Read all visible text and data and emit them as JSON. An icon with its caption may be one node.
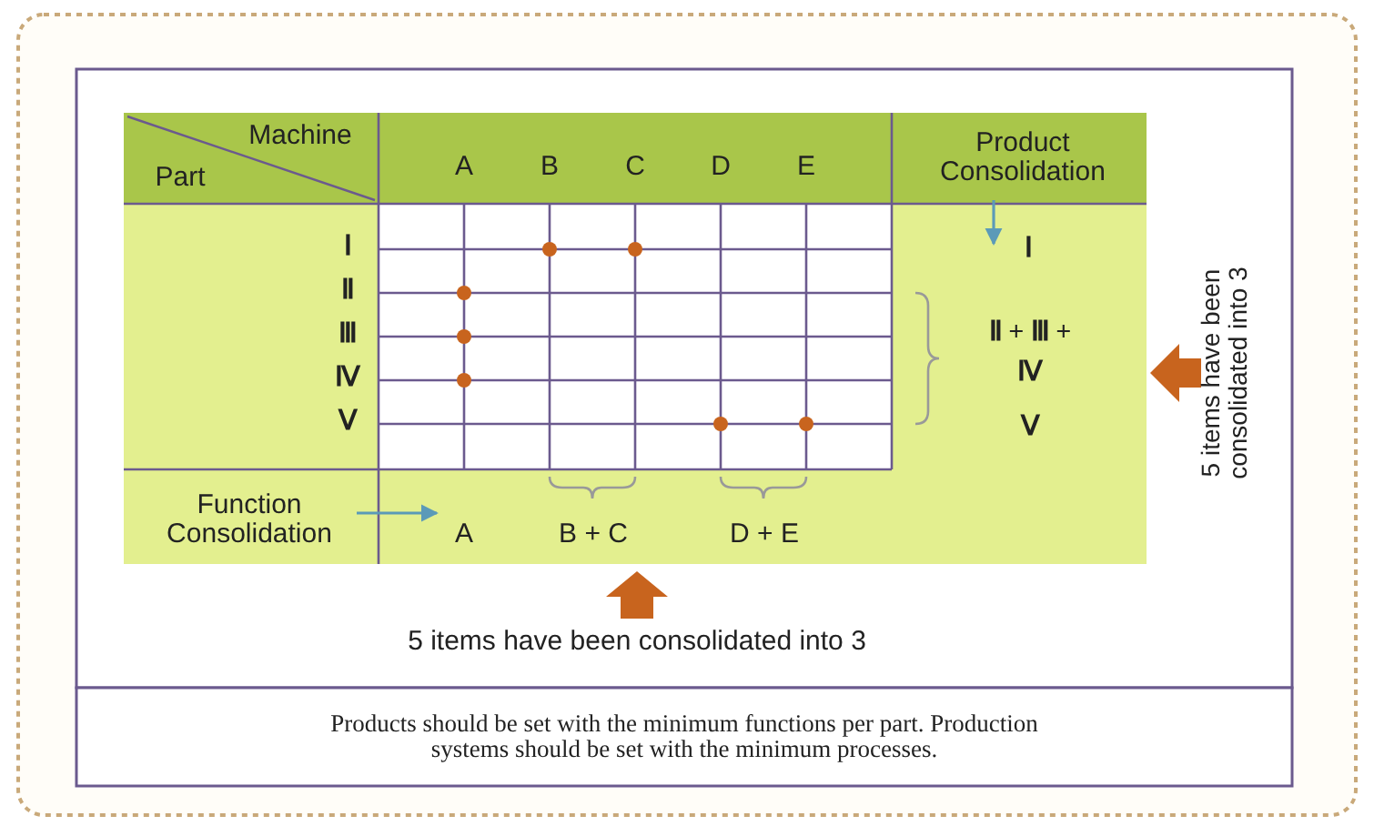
{
  "diagram": {
    "caption": "Products should be set with the minimum functions per part. Production systems should be set with the minimum processes.",
    "nodes": [
      {
        "text": [
          "Product Consolidation"
        ]
      },
      {
        "text": [
          "Ⅰ"
        ]
      },
      {
        "text": [
          "Function Consolidation"
        ]
      },
      {
        "text": [
          "A"
        ]
      }
    ],
    "edges": [
      {
        "from": 0,
        "to": 1,
        "arrow": "to"
      },
      {
        "from": 2,
        "to": 3,
        "arrow": "to"
      }
    ],
    "labels": [
      "Machine",
      "Part",
      "A",
      "B",
      "C",
      "D",
      "E",
      "Ⅰ",
      "Ⅱ",
      "Ⅲ",
      "Ⅳ",
      "Ⅴ",
      "Ⅱ + Ⅲ + Ⅳ",
      "Ⅴ",
      "B + C",
      "D + E",
      "5 items have been consolidated into 3",
      "5 items have been consolidated into 3"
    ]
  }
}
